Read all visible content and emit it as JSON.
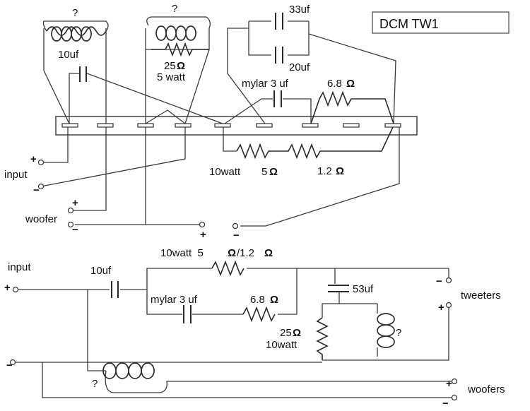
{
  "title": "DCM TW1",
  "top": {
    "coil_left_label": "?",
    "coil_mid_label": "?",
    "cap_33": "33uf",
    "cap_20": "20uf",
    "cap_10": "10uf",
    "res_25_value": "25",
    "res_25_power": "5 watt",
    "mylar": "mylar 3 uf",
    "res_68": "6.8",
    "res_10watt": "10watt",
    "res_5": "5",
    "res_12": "1.2",
    "input": "input",
    "woofer": "woofer"
  },
  "bottom": {
    "input": "input",
    "cap_10": "10uf",
    "res_top": "10watt  5",
    "res_top_sep": "/1.2",
    "mylar": "mylar 3 uf",
    "res_68": "6.8",
    "cap_53": "53uf",
    "res_25_value": "25",
    "res_25_power": "10watt",
    "coil_label": "?",
    "coil_woofer_label": "?",
    "tweeters": "tweeters",
    "woofers": "woofers"
  },
  "symbols": {
    "ohm": "Ω",
    "plus": "+",
    "minus": "−"
  }
}
